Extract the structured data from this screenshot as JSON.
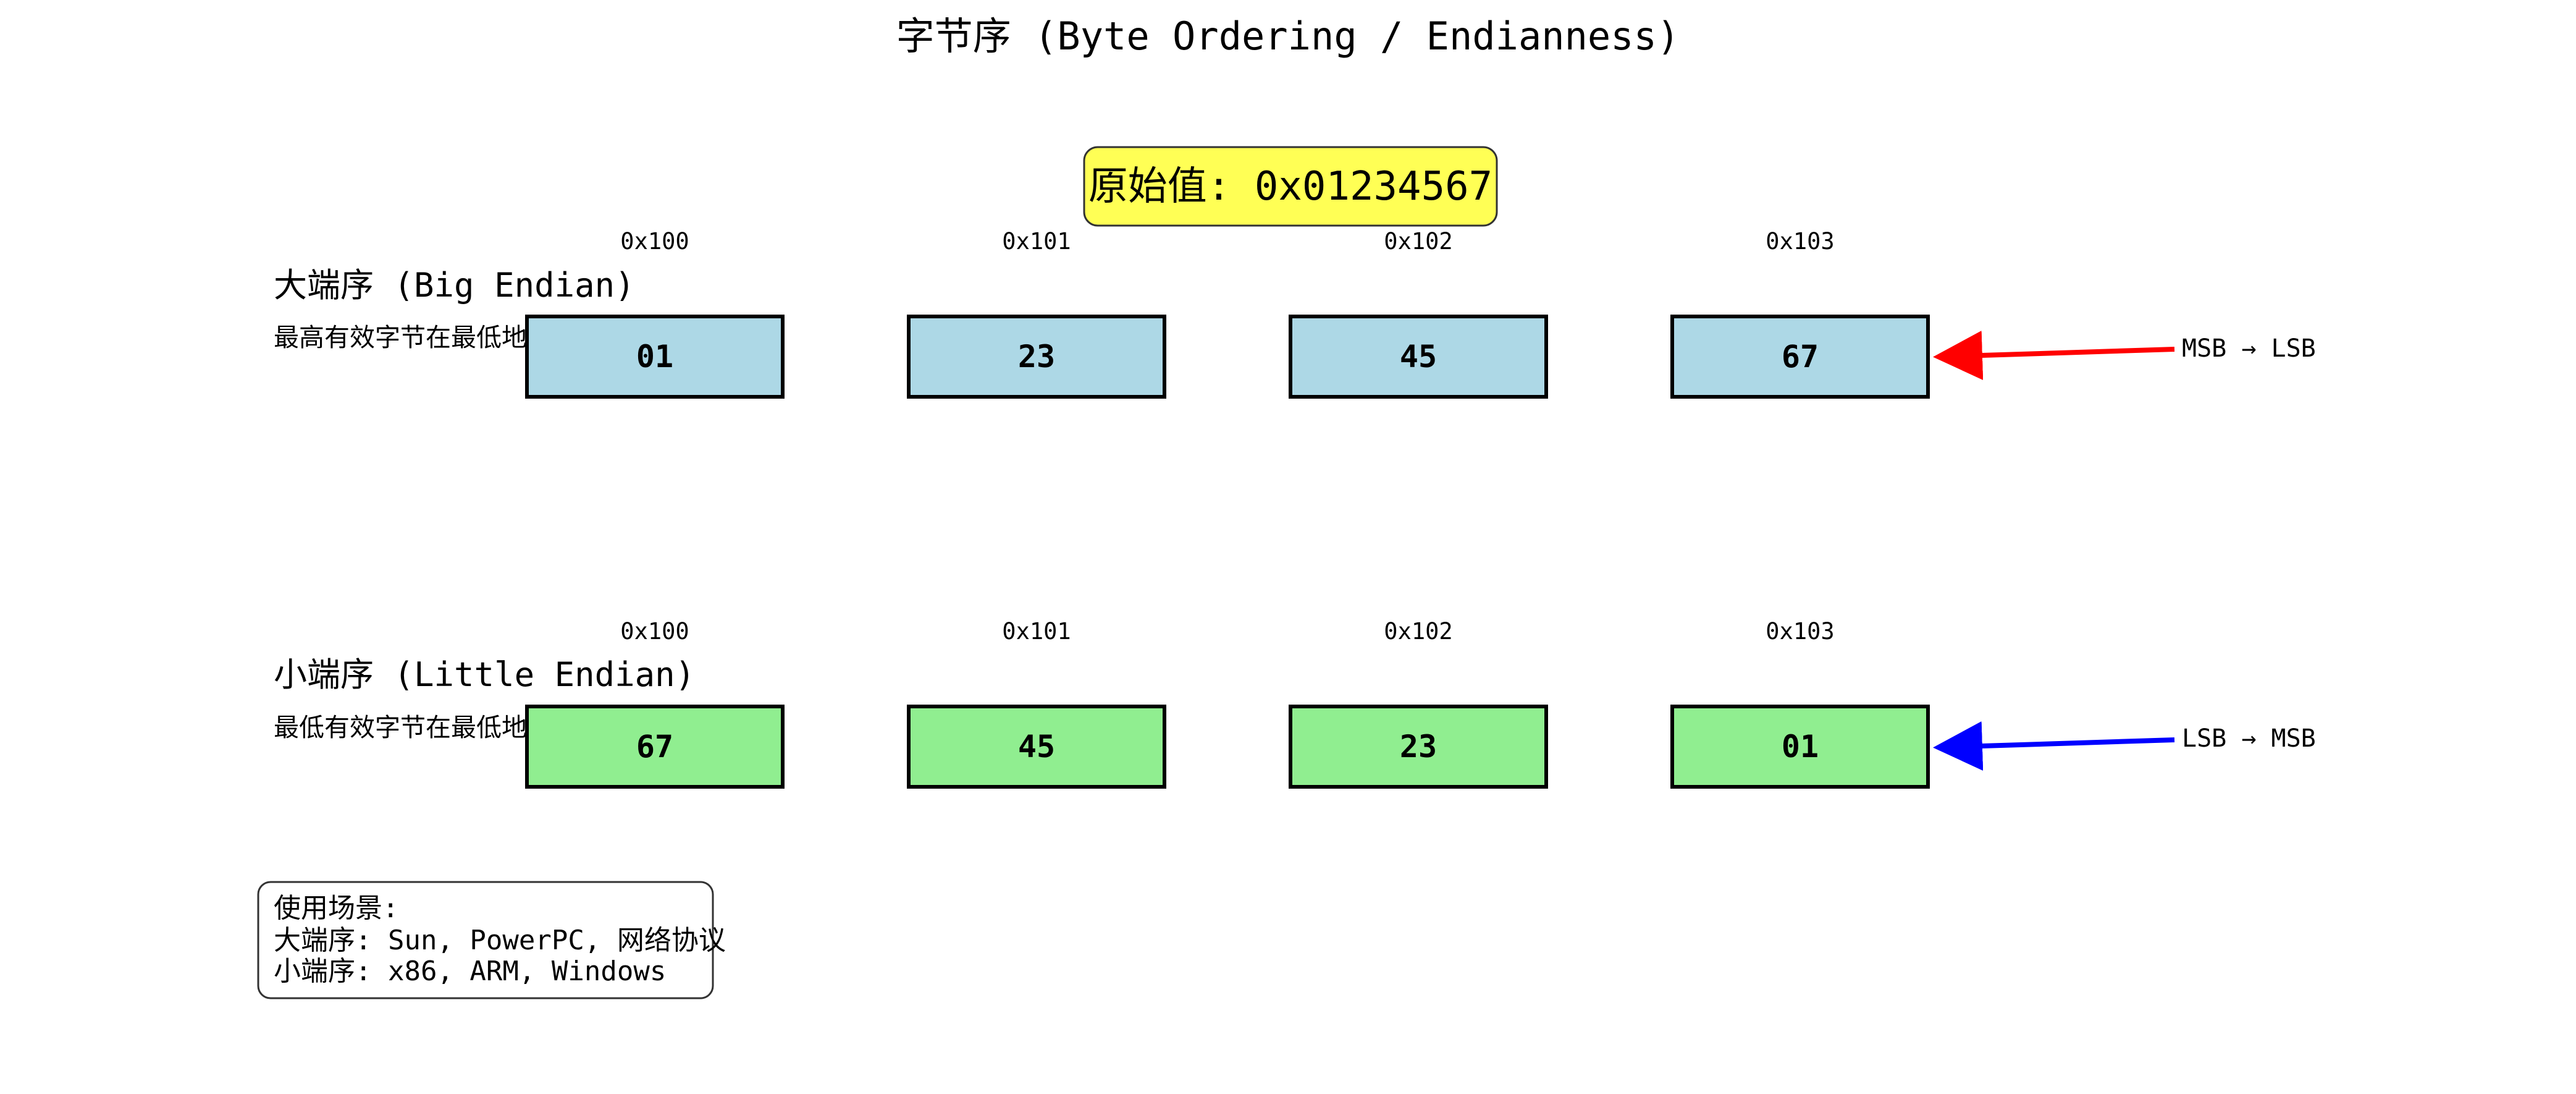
{
  "title": "字节序 (Byte Ordering / Endianness)",
  "original_value": "原始值: 0x01234567",
  "colors": {
    "original_box": "#ffff55",
    "big_endian_fill": "#add8e6",
    "little_endian_fill": "#90ee90",
    "big_arrow": "#ff0000",
    "little_arrow": "#0000ff"
  },
  "big_endian": {
    "title": "大端序 (Big Endian)",
    "desc": "最高有效字节在最低地址",
    "addresses": [
      "0x100",
      "0x101",
      "0x102",
      "0x103"
    ],
    "bytes": [
      "01",
      "23",
      "45",
      "67"
    ],
    "arrow_label": "MSB → LSB"
  },
  "little_endian": {
    "title": "小端序 (Little Endian)",
    "desc": "最低有效字节在最低地址",
    "addresses": [
      "0x100",
      "0x101",
      "0x102",
      "0x103"
    ],
    "bytes": [
      "67",
      "45",
      "23",
      "01"
    ],
    "arrow_label": "LSB → MSB"
  },
  "notes": {
    "heading": "使用场景:",
    "line1": "大端序: Sun, PowerPC, 网络协议",
    "line2": "小端序: x86, ARM, Windows"
  }
}
